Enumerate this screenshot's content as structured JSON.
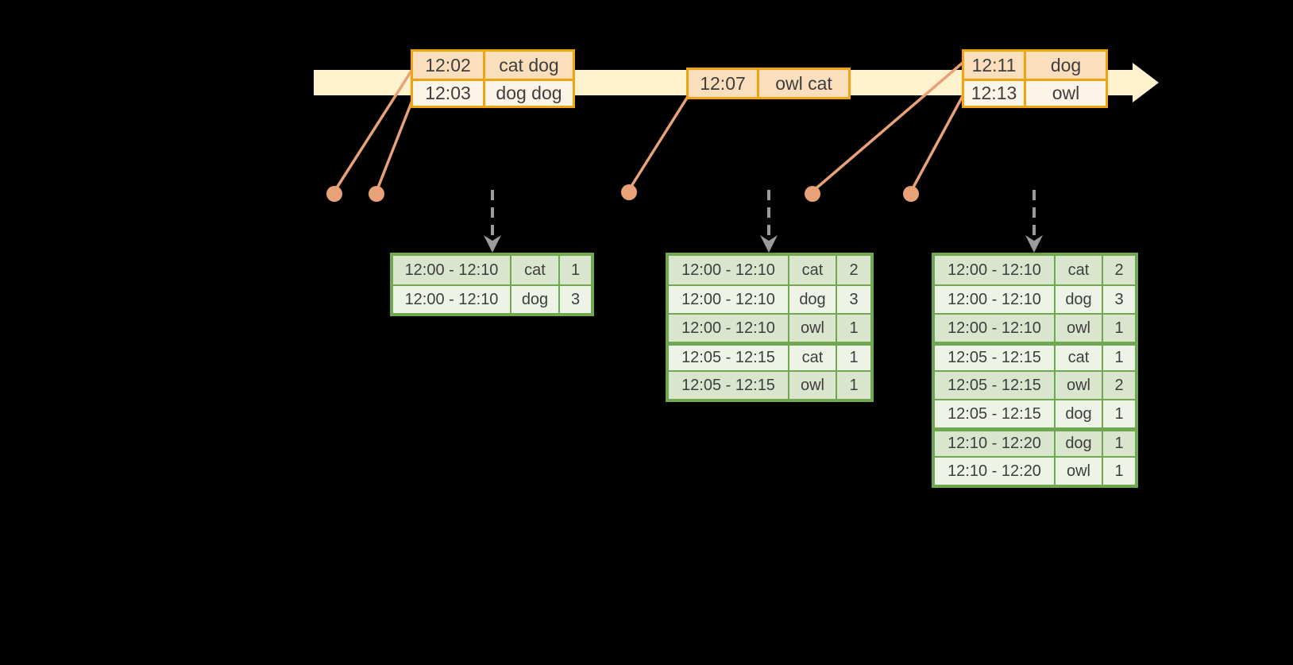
{
  "diagram": {
    "kind": "windowed-aggregation-event-timeline",
    "colors": {
      "background": "#000000",
      "timeline_band": "#fdf2cd",
      "input_border": "#f0a410",
      "input_row_dark": "#fbdfbd",
      "input_row_light": "#fdf4e8",
      "connector": "#e9a178",
      "trigger_arrow": "#9b9b9b",
      "result_border": "#6fa850",
      "result_row_dark": "#d9e5cd",
      "result_row_light": "#eef3e8",
      "text": "#3e3e3e"
    },
    "input_tables": [
      {
        "rows": [
          [
            "12:02",
            "cat dog"
          ],
          [
            "12:03",
            "dog dog"
          ]
        ]
      },
      {
        "rows": [
          [
            "12:07",
            "owl cat"
          ]
        ]
      },
      {
        "rows": [
          [
            "12:11",
            "dog"
          ],
          [
            "12:13",
            "owl"
          ]
        ]
      }
    ],
    "result_tables": [
      {
        "rows": [
          [
            "12:00 - 12:10",
            "cat",
            "1"
          ],
          [
            "12:00 - 12:10",
            "dog",
            "3"
          ]
        ],
        "group_breaks": []
      },
      {
        "rows": [
          [
            "12:00 - 12:10",
            "cat",
            "2"
          ],
          [
            "12:00 - 12:10",
            "dog",
            "3"
          ],
          [
            "12:00 - 12:10",
            "owl",
            "1"
          ],
          [
            "12:05 - 12:15",
            "cat",
            "1"
          ],
          [
            "12:05 - 12:15",
            "owl",
            "1"
          ]
        ],
        "group_breaks": [
          3
        ]
      },
      {
        "rows": [
          [
            "12:00 - 12:10",
            "cat",
            "2"
          ],
          [
            "12:00 - 12:10",
            "dog",
            "3"
          ],
          [
            "12:00 - 12:10",
            "owl",
            "1"
          ],
          [
            "12:05 - 12:15",
            "cat",
            "1"
          ],
          [
            "12:05 - 12:15",
            "owl",
            "2"
          ],
          [
            "12:05 - 12:15",
            "dog",
            "1"
          ],
          [
            "12:10 - 12:20",
            "dog",
            "1"
          ],
          [
            "12:10 - 12:20",
            "owl",
            "1"
          ]
        ],
        "group_breaks": [
          3,
          6
        ]
      }
    ]
  }
}
